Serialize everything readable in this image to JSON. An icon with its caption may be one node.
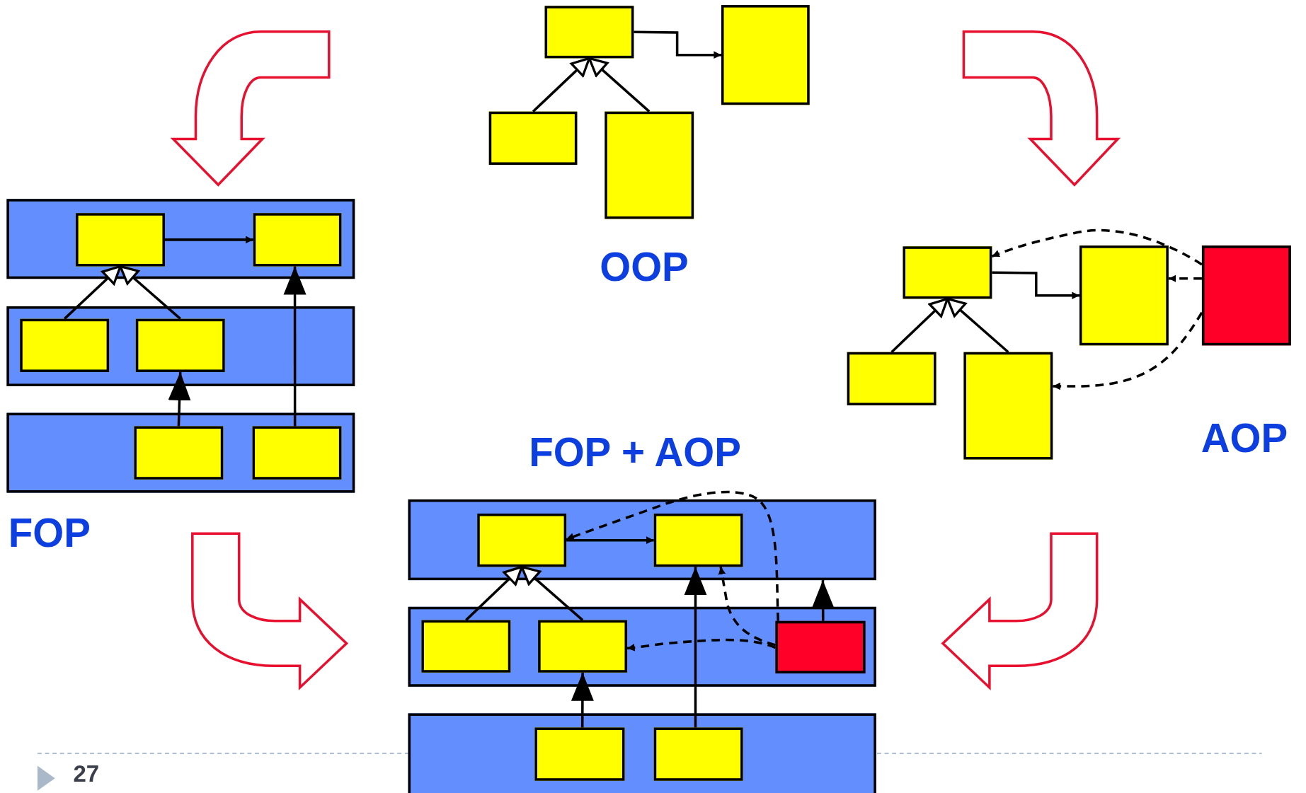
{
  "diagram": {
    "nodes": [
      {
        "text": [],
        "shape": "box"
      },
      {
        "text": [],
        "shape": "box"
      },
      {
        "text": [],
        "shape": "box"
      },
      {
        "text": [],
        "shape": "box"
      },
      {
        "text": [],
        "shape": "box"
      },
      {
        "text": [],
        "shape": "box",
        "in": 4
      },
      {
        "text": [],
        "shape": "box",
        "in": 4
      },
      {
        "text": [],
        "shape": "box"
      },
      {
        "text": [],
        "shape": "box",
        "in": 7
      },
      {
        "text": [],
        "shape": "box",
        "in": 7
      },
      {
        "text": [],
        "shape": "box"
      },
      {
        "text": [],
        "shape": "box",
        "in": 10
      },
      {
        "text": [],
        "shape": "box",
        "in": 10
      },
      {
        "text": [],
        "shape": "box"
      },
      {
        "text": [],
        "shape": "box"
      },
      {
        "text": [],
        "shape": "box"
      },
      {
        "text": [],
        "shape": "box"
      },
      {
        "text": [],
        "shape": "box"
      },
      {
        "text": [],
        "shape": "box"
      },
      {
        "text": [],
        "shape": "box",
        "in": 18
      },
      {
        "text": [],
        "shape": "box",
        "in": 18
      },
      {
        "text": [],
        "shape": "box"
      },
      {
        "text": [],
        "shape": "box",
        "in": 21
      },
      {
        "text": [],
        "shape": "box",
        "in": 21
      },
      {
        "text": [],
        "shape": "box",
        "in": 21
      },
      {
        "text": [],
        "shape": "box"
      },
      {
        "text": [],
        "shape": "box",
        "in": 25
      },
      {
        "text": [],
        "shape": "box",
        "in": 25
      }
    ],
    "edges": [
      {
        "from": 0,
        "to": 1,
        "arrow": "to"
      },
      {
        "from": 2,
        "to": 0,
        "arrow": "to"
      },
      {
        "from": 3,
        "to": 0,
        "arrow": "to"
      },
      {
        "from": 5,
        "to": 6,
        "arrow": "to"
      },
      {
        "from": 8,
        "to": 5,
        "arrow": "to"
      },
      {
        "from": 9,
        "to": 5,
        "arrow": "to"
      },
      {
        "from": 11,
        "to": 9,
        "arrow": "to"
      },
      {
        "from": 12,
        "to": 6,
        "arrow": "to"
      },
      {
        "from": 13,
        "to": 14,
        "arrow": "to"
      },
      {
        "from": 16,
        "to": 13,
        "arrow": "to"
      },
      {
        "from": 17,
        "to": 13,
        "arrow": "to"
      },
      {
        "from": 15,
        "to": 13,
        "arrow": "to",
        "style": "dashed"
      },
      {
        "from": 15,
        "to": 14,
        "arrow": "to",
        "style": "dashed"
      },
      {
        "from": 15,
        "to": 17,
        "arrow": "to",
        "style": "dashed"
      },
      {
        "from": 19,
        "to": 20,
        "arrow": "to"
      },
      {
        "from": 22,
        "to": 19,
        "arrow": "to"
      },
      {
        "from": 23,
        "to": 19,
        "arrow": "to"
      },
      {
        "from": 26,
        "to": 23,
        "arrow": "to"
      },
      {
        "from": 27,
        "to": 20,
        "arrow": "to"
      },
      {
        "from": 24,
        "to": 18,
        "arrow": "to"
      },
      {
        "from": 24,
        "to": 19,
        "arrow": "to",
        "style": "dashed"
      },
      {
        "from": 24,
        "to": 20,
        "arrow": "to",
        "style": "dashed"
      },
      {
        "from": 24,
        "to": 23,
        "arrow": "to",
        "style": "dashed"
      }
    ],
    "labels": [
      "OOP",
      "AOP",
      "FOP + AOP",
      "FOP",
      "27"
    ]
  }
}
